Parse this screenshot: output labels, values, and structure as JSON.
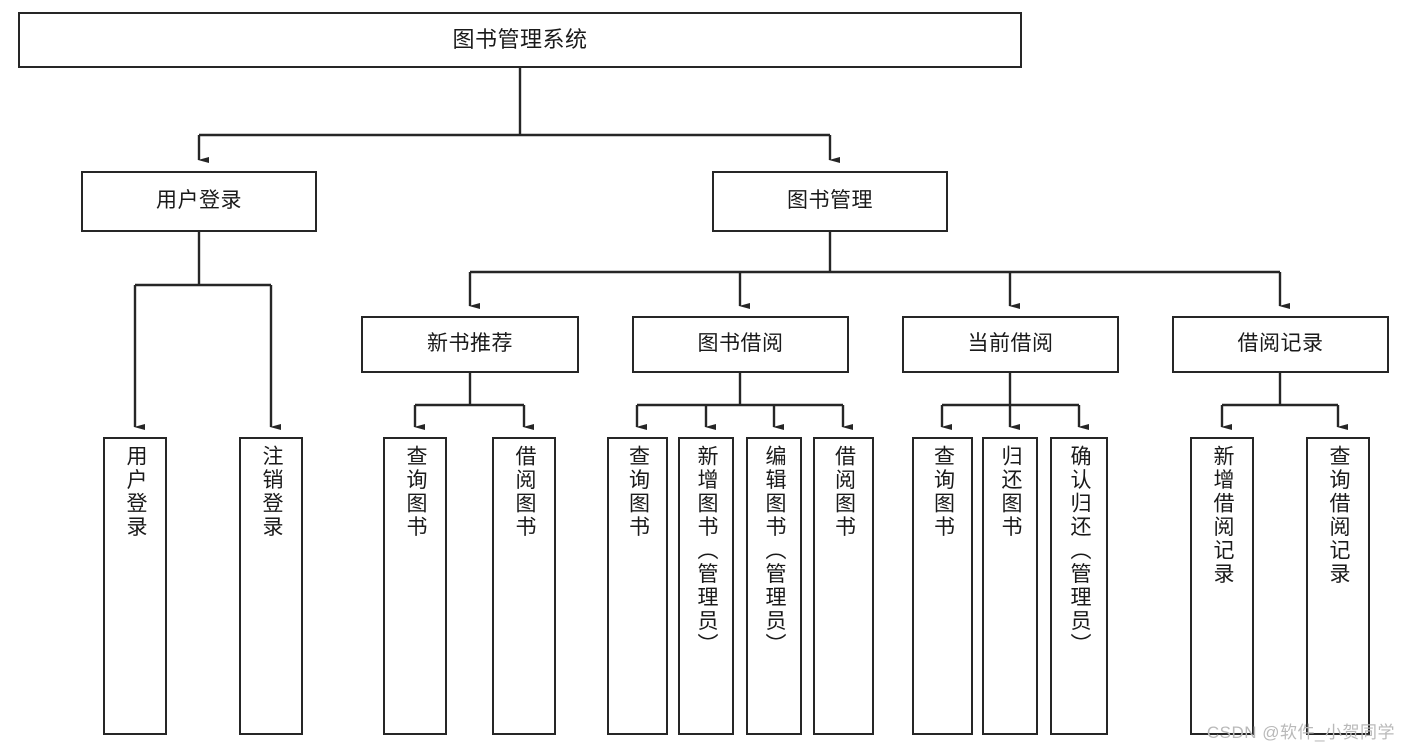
{
  "diagram": {
    "type": "tree-hierarchy",
    "root": {
      "id": "root",
      "label": "图书管理系统"
    },
    "level2": [
      {
        "id": "user-login",
        "label": "用户登录"
      },
      {
        "id": "book-management",
        "label": "图书管理"
      }
    ],
    "level3": [
      {
        "id": "new-book-recommend",
        "label": "新书推荐",
        "parent": "book-management"
      },
      {
        "id": "book-borrow",
        "label": "图书借阅",
        "parent": "book-management"
      },
      {
        "id": "current-borrow",
        "label": "当前借阅",
        "parent": "book-management"
      },
      {
        "id": "borrow-record",
        "label": "借阅记录",
        "parent": "book-management"
      }
    ],
    "leaves": [
      {
        "id": "leaf-user-login",
        "label": "用户登录",
        "parent": "user-login"
      },
      {
        "id": "leaf-logout-login",
        "label": "注销登录",
        "parent": "user-login"
      },
      {
        "id": "leaf-query-book-1",
        "label": "查询图书",
        "parent": "new-book-recommend"
      },
      {
        "id": "leaf-borrow-book-1",
        "label": "借阅图书",
        "parent": "new-book-recommend"
      },
      {
        "id": "leaf-query-book-2",
        "label": "查询图书",
        "parent": "book-borrow"
      },
      {
        "id": "leaf-add-book",
        "label": "新增图书（管理员）",
        "parent": "book-borrow"
      },
      {
        "id": "leaf-edit-book",
        "label": "编辑图书（管理员）",
        "parent": "book-borrow"
      },
      {
        "id": "leaf-borrow-book-2",
        "label": "借阅图书",
        "parent": "book-borrow"
      },
      {
        "id": "leaf-query-book-3",
        "label": "查询图书",
        "parent": "current-borrow"
      },
      {
        "id": "leaf-return-book",
        "label": "归还图书",
        "parent": "current-borrow"
      },
      {
        "id": "leaf-confirm-return",
        "label": "确认归还（管理员）",
        "parent": "current-borrow"
      },
      {
        "id": "leaf-add-record",
        "label": "新增借阅记录",
        "parent": "borrow-record"
      },
      {
        "id": "leaf-query-record",
        "label": "查询借阅记录",
        "parent": "borrow-record"
      }
    ]
  },
  "watermark": {
    "text": "CSDN @软件_小贺同学"
  },
  "colors": {
    "stroke": "#262626",
    "background": "#ffffff",
    "text": "#1a1a1a",
    "watermark": "#b9b9b9"
  }
}
